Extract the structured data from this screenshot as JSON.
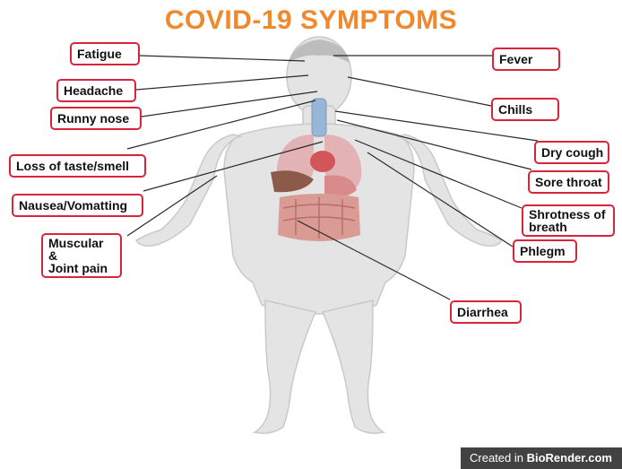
{
  "title": "COVID-19 SYMPTOMS",
  "symptoms": {
    "fatigue": "Fatigue",
    "headache": "Headache",
    "runny_nose": "Runny nose",
    "loss_taste_smell": "Loss of taste/smell",
    "nausea": "Nausea/Vomatting",
    "muscular_line1": "Muscular &",
    "muscular_line2": "Joint pain",
    "fever": "Fever",
    "chills": "Chills",
    "dry_cough": "Dry cough",
    "sore_throat": "Sore throat",
    "shortness_line1": "Shrotness of",
    "shortness_line2": "breath",
    "phlegm": "Phlegm",
    "diarrhea": "Diarrhea"
  },
  "footer": {
    "prefix": "Created in ",
    "brand": "BioRender.com"
  },
  "colors": {
    "title": "#f0882c",
    "label_border": "#d8253c",
    "body_fill": "#e2e2e2",
    "organ": "#d98a8a"
  }
}
